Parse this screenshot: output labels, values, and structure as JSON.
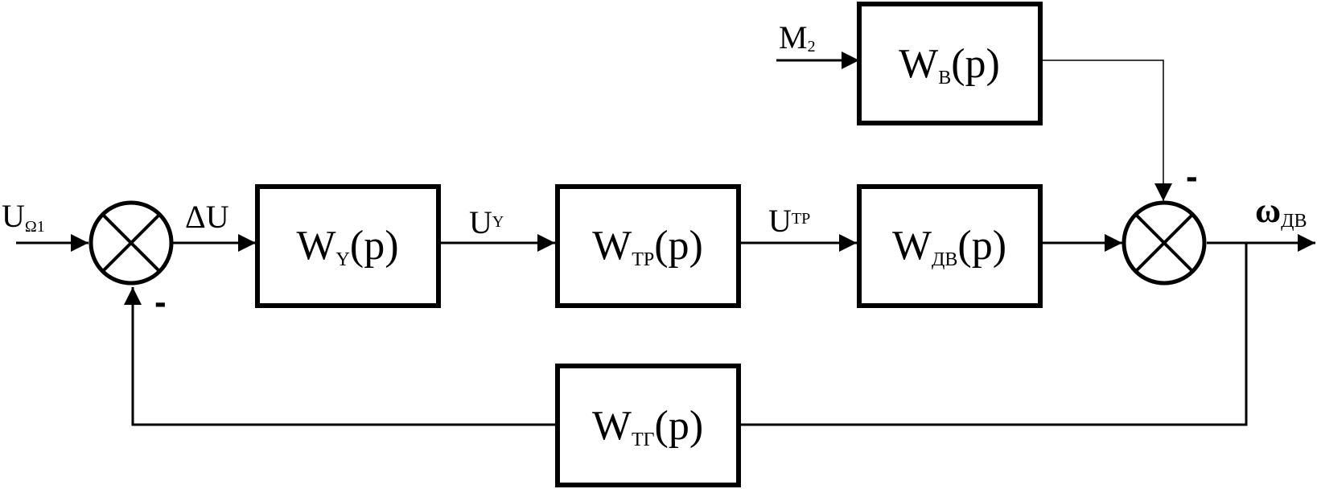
{
  "blocks": {
    "regulator": {
      "main": "W",
      "sub": "Y",
      "arg": "(p)"
    },
    "converter": {
      "main": "W",
      "sub": "ТР",
      "arg": "(p)"
    },
    "motor": {
      "main": "W",
      "sub": "ДВ",
      "arg": "(p)"
    },
    "load": {
      "main": "W",
      "sub": "В",
      "arg": "(p)"
    },
    "tachogenerator": {
      "main": "W",
      "sub": "ТГ",
      "arg": "(p)"
    }
  },
  "signals": {
    "input": {
      "main": "U",
      "sub": "Ω1"
    },
    "error": {
      "main": "ΔU"
    },
    "regulator_out": {
      "main": "U",
      "sub": "Y"
    },
    "converter_out": {
      "main": "U",
      "sub": "ТР"
    },
    "disturbance": {
      "main": "M",
      "sub": "2"
    },
    "output": {
      "main": "ω",
      "sub": "ДВ"
    }
  },
  "signs": {
    "feedback": "-",
    "disturbance": "-"
  }
}
